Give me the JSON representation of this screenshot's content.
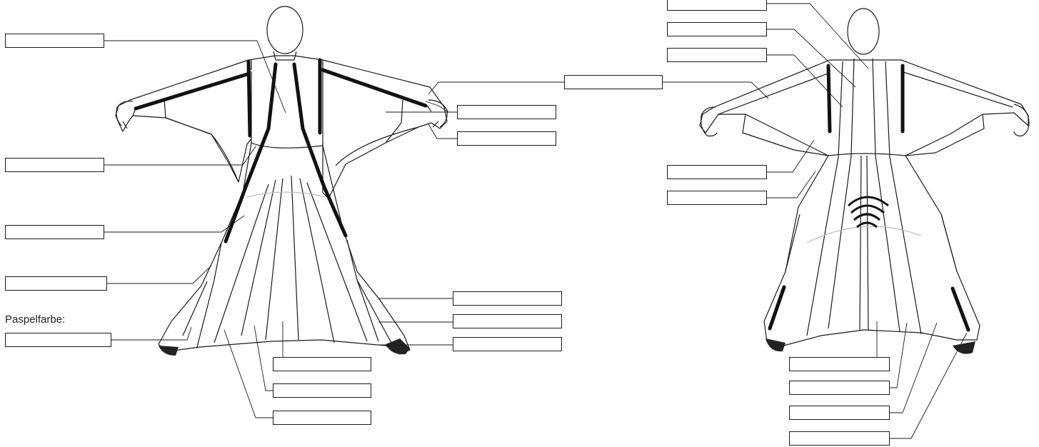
{
  "labels": {
    "piping_color": "Paspelfarbe:"
  },
  "front_view": {
    "fields": [
      {
        "id": "front-head-panel",
        "value": ""
      },
      {
        "id": "front-side-panel",
        "value": ""
      },
      {
        "id": "front-zipper",
        "value": ""
      },
      {
        "id": "front-leg-panel",
        "value": ""
      },
      {
        "id": "front-piping",
        "value": ""
      },
      {
        "id": "front-wrist",
        "value": ""
      },
      {
        "id": "front-arm-wing",
        "value": ""
      },
      {
        "id": "front-leg-wing-1",
        "value": ""
      },
      {
        "id": "front-leg-wing-2",
        "value": ""
      },
      {
        "id": "front-bootie",
        "value": ""
      },
      {
        "id": "front-tail-center",
        "value": ""
      },
      {
        "id": "front-tail-mid",
        "value": ""
      },
      {
        "id": "front-tail-outer",
        "value": ""
      }
    ]
  },
  "back_view": {
    "fields": [
      {
        "id": "back-neck",
        "value": ""
      },
      {
        "id": "back-spine",
        "value": ""
      },
      {
        "id": "back-side",
        "value": ""
      },
      {
        "id": "shared-arm",
        "value": ""
      },
      {
        "id": "back-arm-wing",
        "value": ""
      },
      {
        "id": "back-leg-wing",
        "value": ""
      },
      {
        "id": "back-tail-center",
        "value": ""
      },
      {
        "id": "back-tail-mid",
        "value": ""
      },
      {
        "id": "back-tail-outer",
        "value": ""
      },
      {
        "id": "back-bootie",
        "value": ""
      }
    ]
  },
  "colors": {
    "outline": "#1a1a1a",
    "zipper": "#111111",
    "seam_light": "#bbbbbb",
    "bootie": "#222222"
  }
}
